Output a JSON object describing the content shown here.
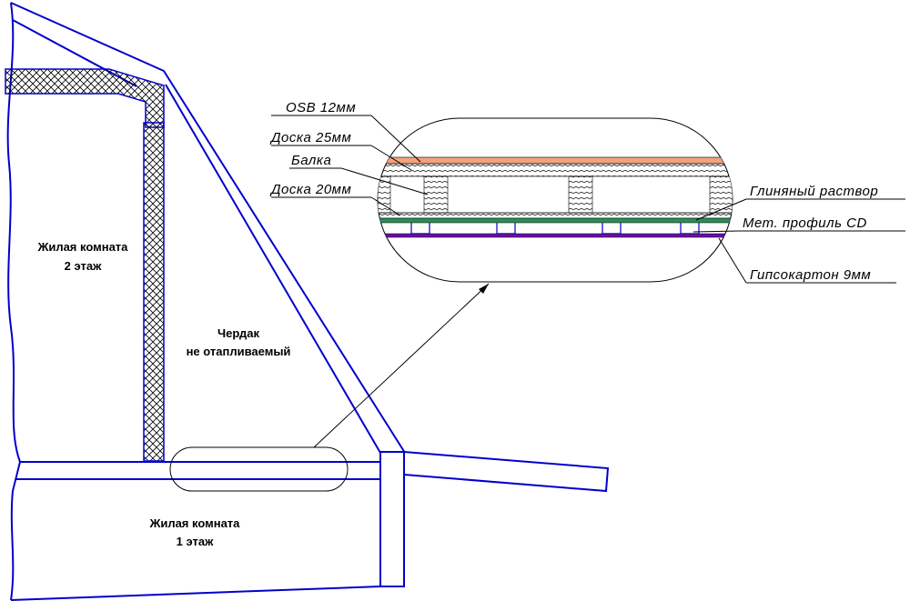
{
  "rooms": {
    "living_2": {
      "line1": "Жилая комната",
      "line2": "2 этаж"
    },
    "attic": {
      "line1": "Чердак",
      "line2": "не отапливаемый"
    },
    "living_1": {
      "line1": "Жилая комната",
      "line2": "1 этаж"
    }
  },
  "layers_left": {
    "osb": "OSB 12мм",
    "board25": "Доска 25мм",
    "beam": "Балка",
    "board20": "Доска 20мм"
  },
  "layers_right": {
    "clay": "Глиняный раствор",
    "profile": "Мет. профиль CD",
    "drywall": "Гипсокартон 9мм"
  },
  "colors": {
    "wall": "#0000cc",
    "osb": "#f4a27a",
    "insulation_hatch": "#000000",
    "clay": "#2e8b57",
    "drywall": "#6a0dad",
    "profile": "#0000cc"
  }
}
